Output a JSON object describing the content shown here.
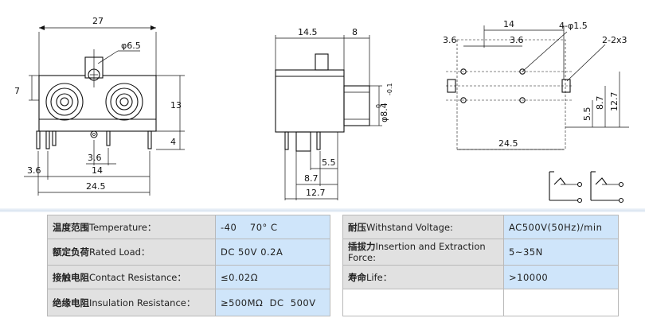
{
  "dimensions": {
    "front": {
      "top_width": "27",
      "knob_dia": "φ6.5",
      "left_height": "7",
      "right_height": "13",
      "right_low": "4",
      "pitch_a": "3.6",
      "pitch_b": "14",
      "bottom_width": "24.5",
      "left_pitch": "3.6"
    },
    "side": {
      "top_left": "14.5",
      "top_right": "8",
      "shaft_dia": "φ8.4",
      "shaft_tol_upper": "0",
      "shaft_tol_lower": "-0.1",
      "h1": "5.5",
      "h2": "8.7",
      "h3": "12.7"
    },
    "pcb": {
      "top": "14",
      "left_pitch": "3.6",
      "mid_pitch": "3.6",
      "holes": "4-φ1.5",
      "slots": "2-2x3",
      "width": "24.5",
      "v1": "5.5",
      "v2": "8.7",
      "v3": "12.7"
    }
  },
  "specs": {
    "temperature": {
      "label_zh": "温度范围",
      "label_en": "Temperature：",
      "value": "-40    70° C"
    },
    "voltage": {
      "label_zh": "耐压",
      "label_en": "Withstand Voltage:",
      "value": "AC500V(50Hz)/min"
    },
    "rated_load": {
      "label_zh": "额定负荷",
      "label_en": "Rated Load：",
      "value": "DC 50V 0.2A"
    },
    "force": {
      "label_zh": "插拔力",
      "label_en": "Insertion and Extraction Force:",
      "value": "5~35N"
    },
    "contact": {
      "label_zh": "接触电阻",
      "label_en": "Contact Resistance：",
      "value": "≤0.02Ω"
    },
    "life": {
      "label_zh": "寿命",
      "label_en": "Life：",
      "value": ">10000"
    },
    "insulation": {
      "label_zh": "绝缘电阻",
      "label_en": "Insulation Resistance：",
      "value": "≥500MΩ  DC  500V"
    }
  }
}
